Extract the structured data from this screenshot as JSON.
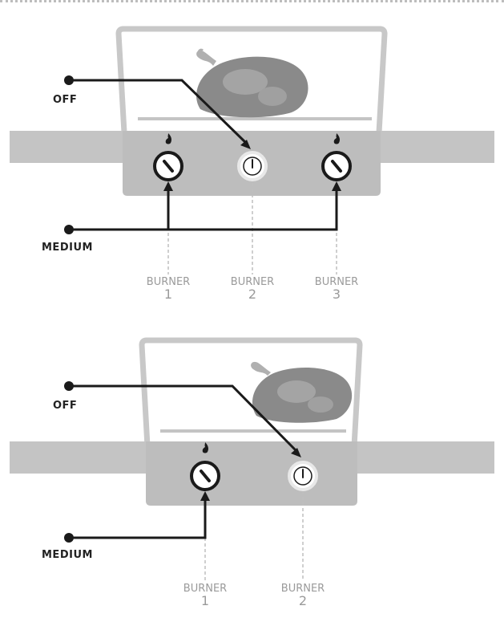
{
  "colors": {
    "counter": "#c4c4c4",
    "frame": "#c8c8c8",
    "panel": "#bdbdbd",
    "bird": "#8a8a8a",
    "bird_highlight": "#b0b0b0",
    "line": "#1a1a1a",
    "guide": "#bfbfbf",
    "label": "#9a9a9a"
  },
  "diagrams": [
    {
      "name": "three-burner-grill",
      "callouts": {
        "off": "OFF",
        "medium": "MEDIUM"
      },
      "burners": [
        {
          "word": "BURNER",
          "num": "1",
          "state": "medium"
        },
        {
          "word": "BURNER",
          "num": "2",
          "state": "off"
        },
        {
          "word": "BURNER",
          "num": "3",
          "state": "medium"
        }
      ]
    },
    {
      "name": "two-burner-grill",
      "callouts": {
        "off": "OFF",
        "medium": "MEDIUM"
      },
      "burners": [
        {
          "word": "BURNER",
          "num": "1",
          "state": "medium"
        },
        {
          "word": "BURNER",
          "num": "2",
          "state": "off"
        }
      ]
    }
  ]
}
